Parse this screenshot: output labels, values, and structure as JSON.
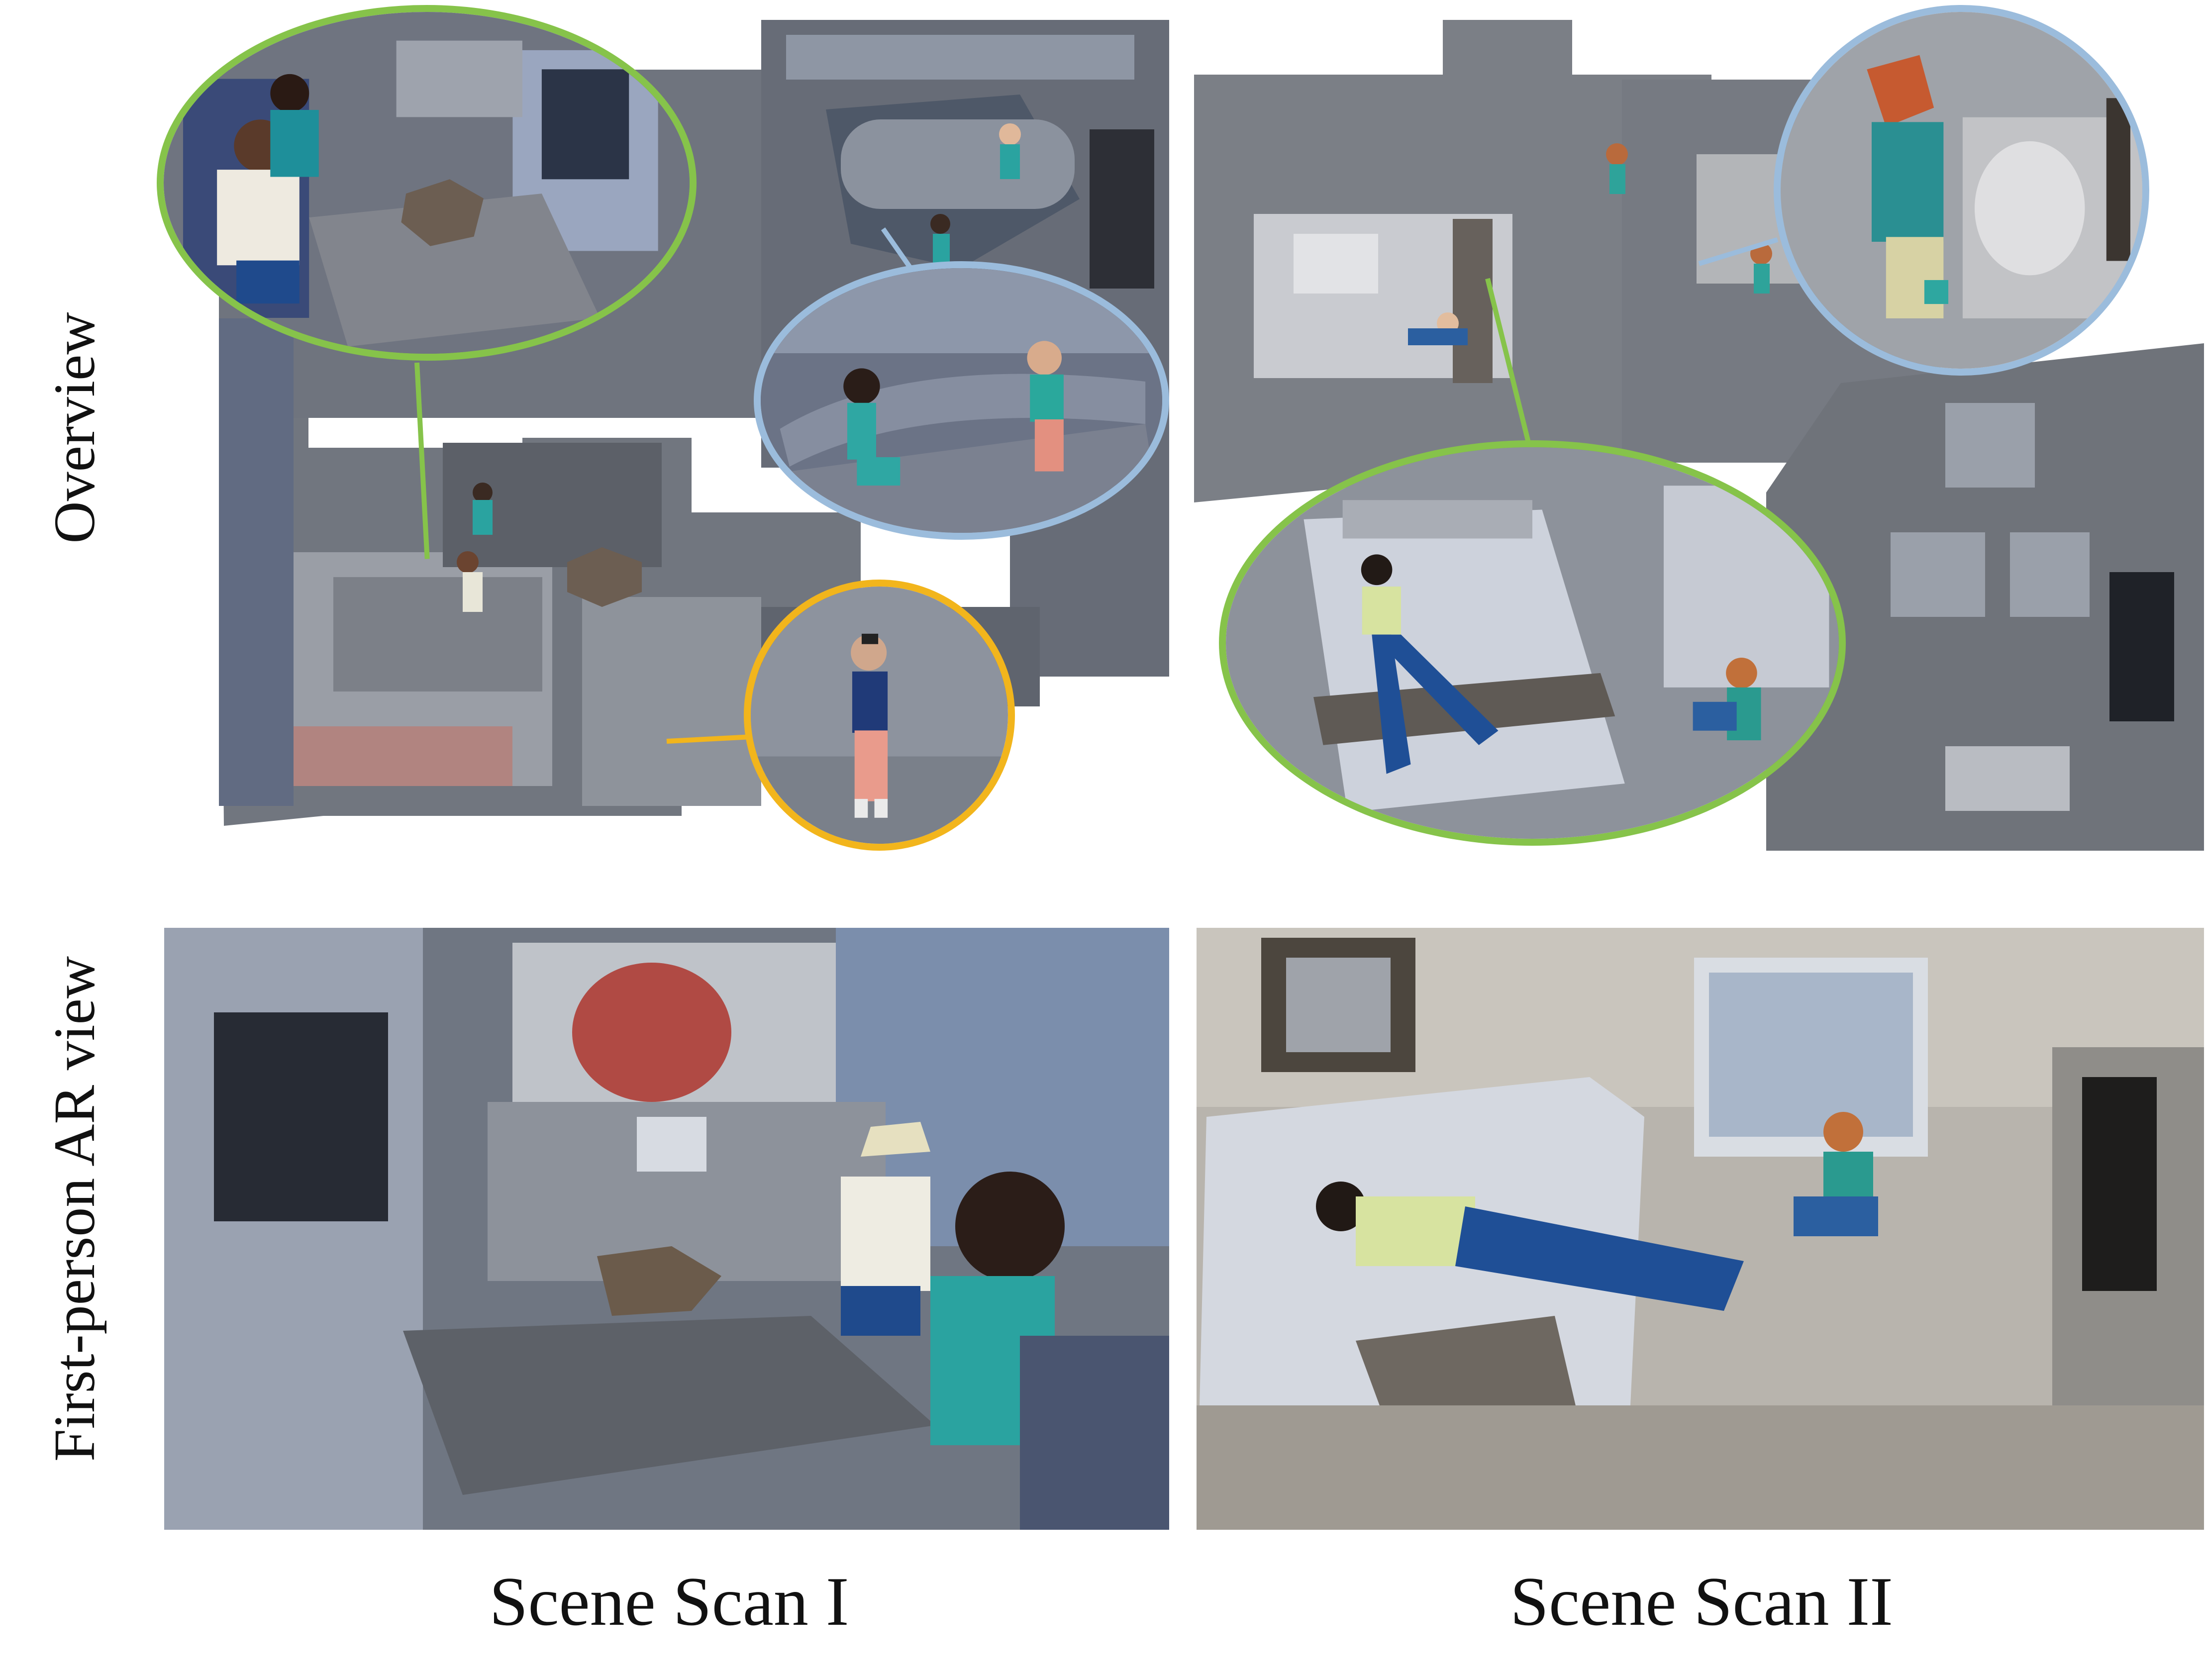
{
  "figure": {
    "row_labels": {
      "overview": "Overview",
      "first_person": "First-person AR view"
    },
    "column_labels": {
      "scan1": "Scene Scan I",
      "scan2": "Scene Scan II"
    },
    "colors": {
      "callout_green": "#86c34a",
      "callout_blue": "#9bbcdc",
      "callout_yellow": "#f2b51c"
    }
  }
}
